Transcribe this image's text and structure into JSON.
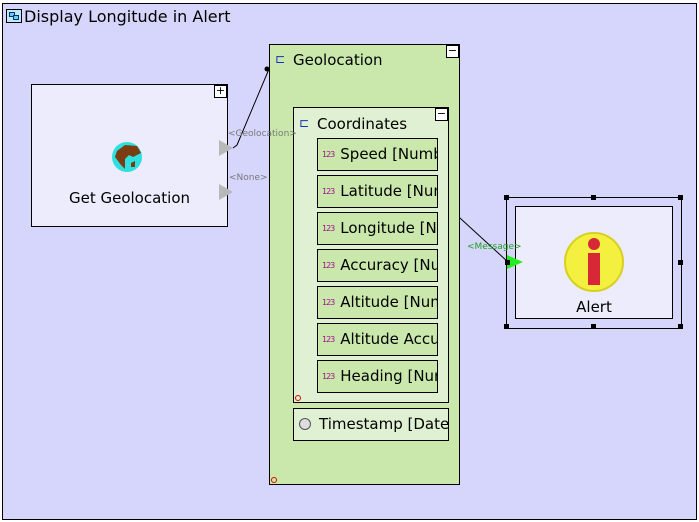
{
  "diagram": {
    "title": "Display Longitude in Alert",
    "title_icon": "diagram-window-icon",
    "get_geolocation": {
      "label": "Get Geolocation",
      "icon": "globe-icon",
      "toggle": "+",
      "ports": [
        {
          "label": "<Geolocation>"
        },
        {
          "label": "<None>"
        }
      ]
    },
    "geolocation": {
      "label": "Geolocation",
      "toggle": "−",
      "coordinates": {
        "label": "Coordinates",
        "toggle": "−",
        "items": [
          {
            "label": "Speed [Numb",
            "icon": "123"
          },
          {
            "label": "Latitude [Num",
            "icon": "123"
          },
          {
            "label": "Longitude [Nu",
            "icon": "123"
          },
          {
            "label": "Accuracy [Nur",
            "icon": "123"
          },
          {
            "label": "Altitude [Num",
            "icon": "123"
          },
          {
            "label": "Altitude Accu",
            "icon": "123"
          },
          {
            "label": "Heading [Nun",
            "icon": "123"
          }
        ]
      },
      "timestamp": {
        "label": "Timestamp [Date a",
        "icon": "clock-icon"
      }
    },
    "alert": {
      "label": "Alert",
      "icon": "info-icon",
      "port_label": "<Message>"
    },
    "colors": {
      "canvas": "#d6d6fc",
      "struct": "#cae8ac",
      "inner": "#e0f0d2",
      "block": "#ececfc",
      "port_active": "#22ee22"
    }
  }
}
